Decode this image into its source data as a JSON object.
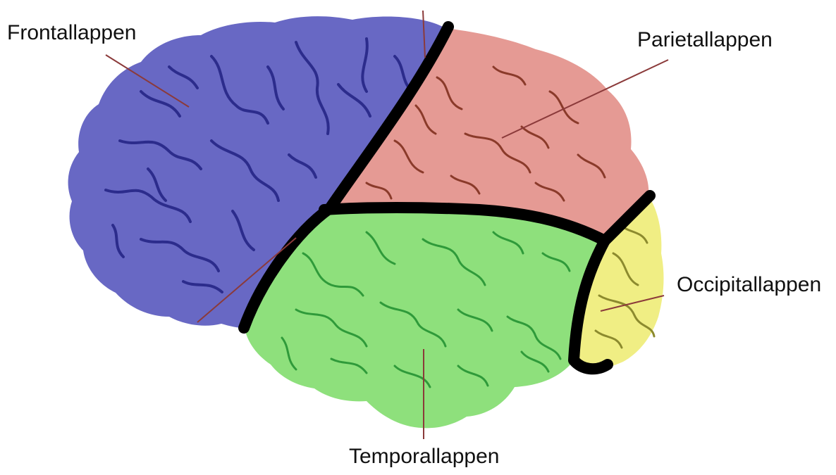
{
  "labels": {
    "frontal": "Frontallappen",
    "parietal": "Parietallappen",
    "occipital": "Occipitallappen",
    "temporal": "Temporallappen"
  },
  "colors": {
    "frontal_fill": "#6868c4",
    "frontal_fold": "#2c2c8c",
    "parietal_fill": "#e59a94",
    "parietal_fold": "#8a3a2a",
    "temporal_fill": "#8ee07c",
    "temporal_fold": "#2f9a3a",
    "occipital_fill": "#f0ee84",
    "occipital_fold": "#8c8a2e",
    "boundary": "#000000",
    "pointer_line": "#8b3a3a"
  }
}
